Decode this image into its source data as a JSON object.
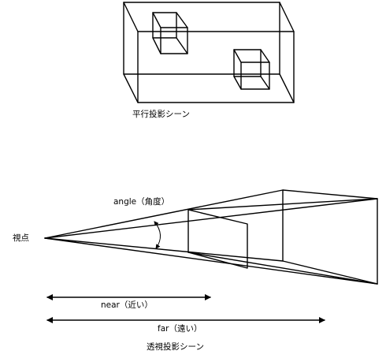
{
  "parallel": {
    "caption": "平行投影シーン"
  },
  "perspective": {
    "caption": "透視投影シーン",
    "viewpoint_label": "視点",
    "angle_label": "angle（角度）",
    "near_label": "near（近い）",
    "far_label": "far（遠い）"
  }
}
